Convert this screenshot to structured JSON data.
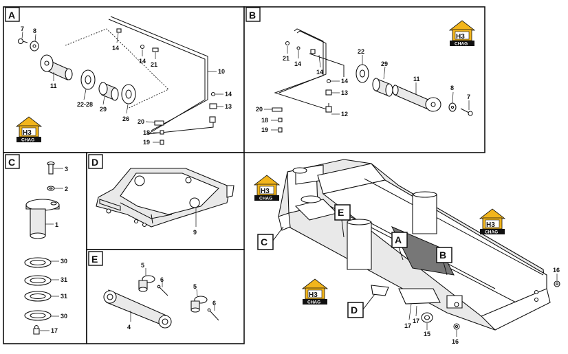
{
  "panels": {
    "A": {
      "letter": "A",
      "labels": {
        "p7": "7",
        "p8": "8",
        "p14a": "14",
        "p14b": "14",
        "p21": "21",
        "p10": "10",
        "p11": "11",
        "p22_28": "22-28",
        "p29": "29",
        "p26": "26",
        "p14c": "14",
        "p13": "13",
        "p20": "20",
        "p18": "18",
        "p19": "19"
      }
    },
    "B": {
      "letter": "B",
      "labels": {
        "p21": "21",
        "p14a": "14",
        "p14b": "14",
        "p22": "22",
        "p29": "29",
        "p11": "11",
        "p8": "8",
        "p7": "7",
        "p14c": "14",
        "p13": "13",
        "p20": "20",
        "p12": "12",
        "p18": "18",
        "p19": "19"
      }
    },
    "C": {
      "letter": "C",
      "labels": {
        "p3": "3",
        "p2": "2",
        "p1": "1",
        "p30a": "30",
        "p31a": "31",
        "p31b": "31",
        "p30b": "30",
        "p17": "17"
      }
    },
    "D": {
      "letter": "D",
      "labels": {
        "p9": "9"
      }
    },
    "E": {
      "letter": "E",
      "labels": {
        "p5a": "5",
        "p6a": "6",
        "p5b": "5",
        "p6b": "6",
        "p4": "4"
      }
    },
    "main": {
      "labels": {
        "A": "A",
        "B": "B",
        "C": "C",
        "D": "D",
        "E": "E",
        "p16a": "16",
        "p16b": "16",
        "p17": "17",
        "p17b": "17",
        "p15": "15"
      }
    }
  },
  "logo": {
    "letters": "H3",
    "caption": "CHAG",
    "accent": "#f2b51c"
  }
}
